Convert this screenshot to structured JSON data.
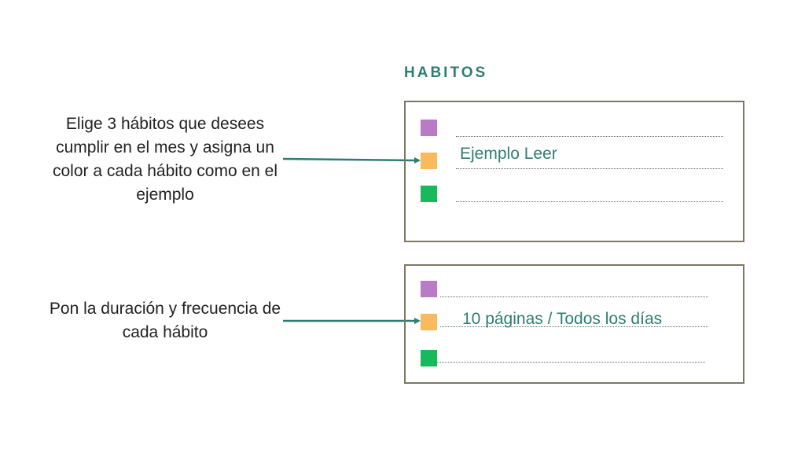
{
  "heading": "HABITOS",
  "instructions": [
    "Elige 3 hábitos que desees cumplir en el mes y asigna un color a cada hábito como en el ejemplo",
    "Pon la duración y frecuencia de cada hábito"
  ],
  "colors": {
    "purple": "#b97bc6",
    "orange": "#f9b95d",
    "green": "#17b95d",
    "accent": "#2e7d75",
    "border": "#7d7766"
  },
  "habit_box": {
    "rows": [
      {
        "color": "purple",
        "text": ""
      },
      {
        "color": "orange",
        "text": "Ejemplo Leer"
      },
      {
        "color": "green",
        "text": ""
      }
    ]
  },
  "frequency_box": {
    "rows": [
      {
        "color": "purple",
        "text": ""
      },
      {
        "color": "orange",
        "text": "10 páginas / Todos los días"
      },
      {
        "color": "green",
        "text": ""
      }
    ]
  }
}
